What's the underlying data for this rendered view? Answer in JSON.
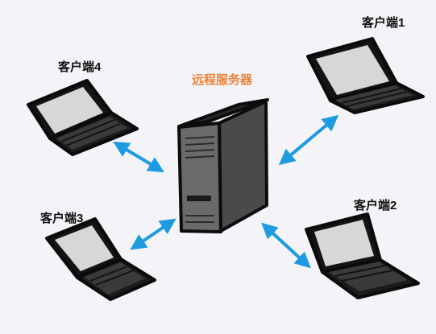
{
  "diagram": {
    "server": {
      "label": "远程服务器",
      "label_color": "#e8833a"
    },
    "clients": [
      {
        "id": "client-1",
        "label": "客户端1"
      },
      {
        "id": "client-2",
        "label": "客户端2"
      },
      {
        "id": "client-3",
        "label": "客户端3"
      },
      {
        "id": "client-4",
        "label": "客户端4"
      }
    ],
    "colors": {
      "background": "#f4f3f8",
      "arrow": "#1e9be0",
      "laptop_body": "#141414",
      "laptop_screen": "#d7d7d7",
      "server_front": "#6a6a6a",
      "server_side": "#4a4a4a"
    }
  }
}
